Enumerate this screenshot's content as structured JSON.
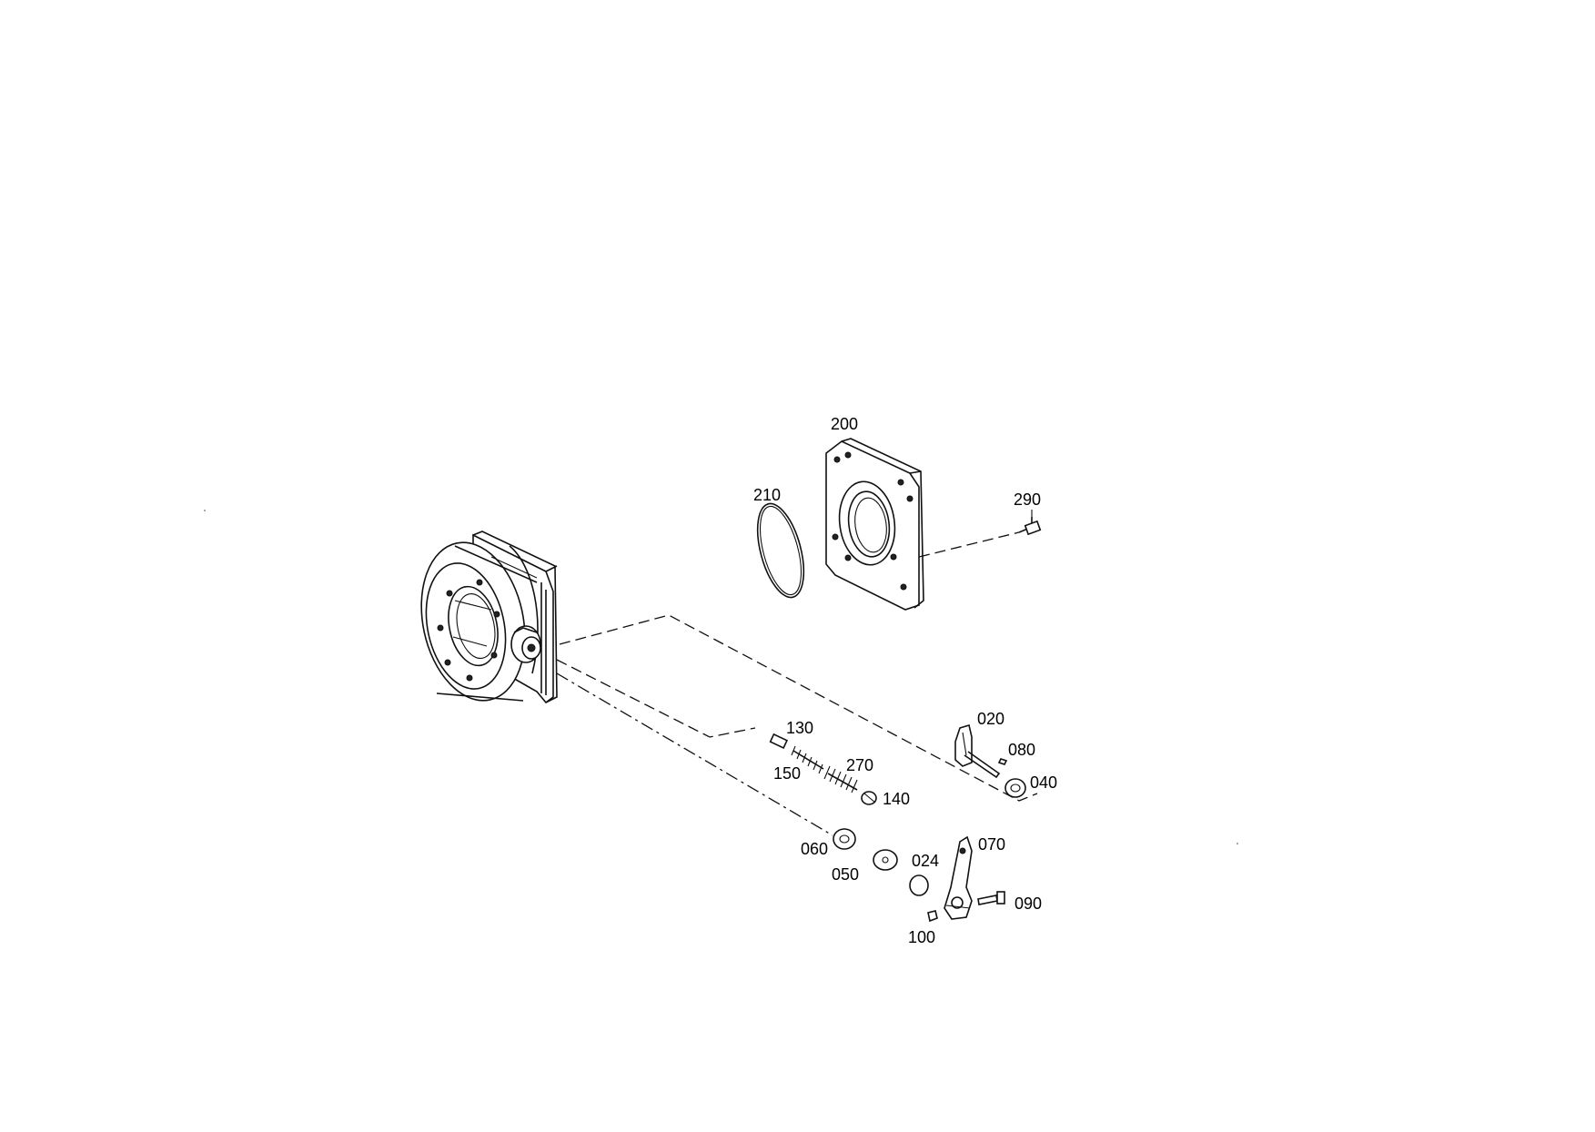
{
  "diagram": {
    "labels": [
      {
        "id": "200",
        "text": "200"
      },
      {
        "id": "210",
        "text": "210"
      },
      {
        "id": "290",
        "text": "290"
      },
      {
        "id": "130",
        "text": "130"
      },
      {
        "id": "150",
        "text": "150"
      },
      {
        "id": "270",
        "text": "270"
      },
      {
        "id": "140",
        "text": "140"
      },
      {
        "id": "020",
        "text": "020"
      },
      {
        "id": "080",
        "text": "080"
      },
      {
        "id": "040",
        "text": "040"
      },
      {
        "id": "060",
        "text": "060"
      },
      {
        "id": "050",
        "text": "050"
      },
      {
        "id": "024",
        "text": "024"
      },
      {
        "id": "070",
        "text": "070"
      },
      {
        "id": "090",
        "text": "090"
      },
      {
        "id": "100",
        "text": "100"
      }
    ]
  }
}
